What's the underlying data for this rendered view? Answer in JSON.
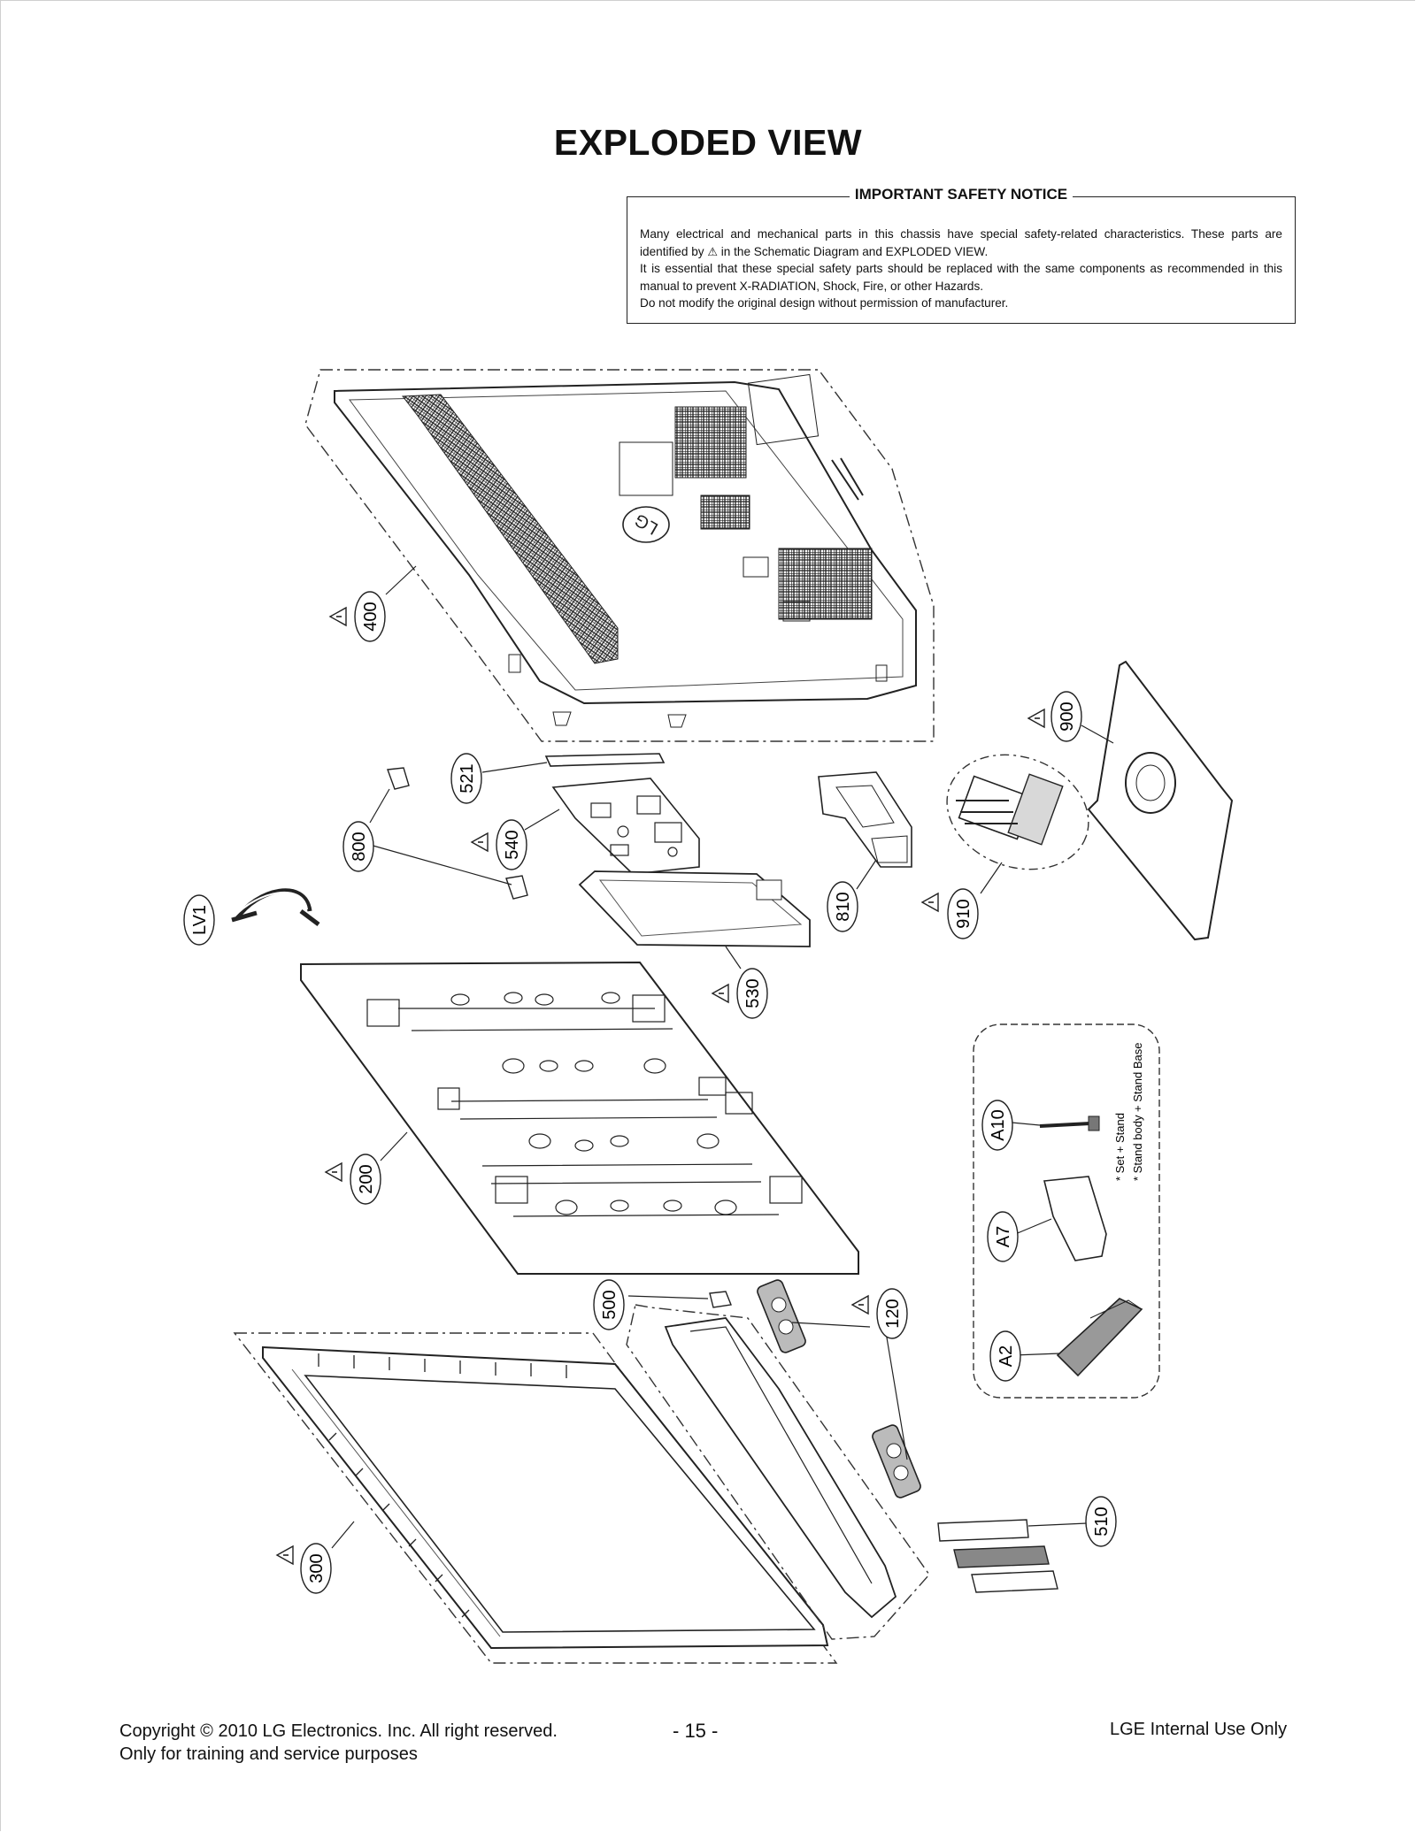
{
  "page": {
    "title": "EXPLODED VIEW",
    "safety_notice": {
      "heading": "IMPORTANT SAFETY NOTICE",
      "line1": "Many electrical and mechanical parts in this chassis have special safety-related characteristics. These parts are identified by",
      "line1_symbol": "⚠",
      "line1_end": "in the Schematic Diagram and EXPLODED VIEW.",
      "line2": "It is essential that these special safety parts should be replaced with the same components as recommended in this manual to prevent X-RADIATION, Shock, Fire, or other Hazards.",
      "line3": "Do not modify the original design without permission of manufacturer."
    },
    "part_labels": {
      "p400": "400",
      "p900": "900",
      "p521": "521",
      "p800": "800",
      "p540": "540",
      "pLV1": "LV1",
      "p810": "810",
      "p910": "910",
      "p530": "530",
      "p200": "200",
      "pA10": "A10",
      "pA7": "A7",
      "pA2": "A2",
      "p500": "500",
      "p120": "120",
      "p300": "300",
      "p510": "510"
    },
    "stand_notes": {
      "note1": "* Set + Stand",
      "note2": "* Stand body + Stand Base"
    },
    "back_cover_logo": "LG",
    "footer": {
      "copyright": "Copyright  © 2010 LG Electronics. Inc. All right reserved.",
      "purpose": "Only for training and service purposes",
      "page_number": "- 15 -",
      "internal": "LGE Internal Use Only"
    }
  }
}
